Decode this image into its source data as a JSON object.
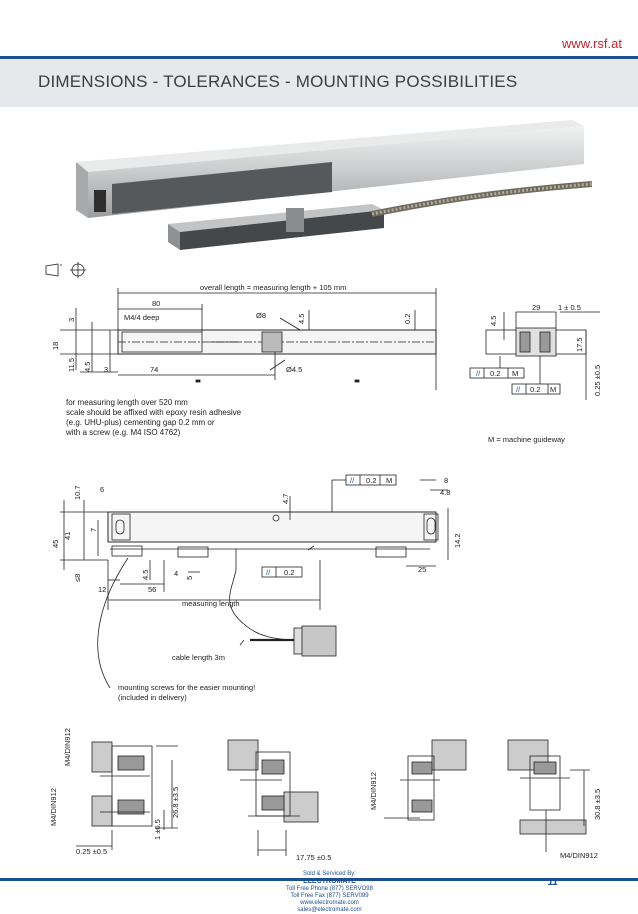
{
  "header": {
    "url": "www.rsf.at",
    "title": "DIMENSIONS - TOLERANCES - MOUNTING POSSIBILITIES"
  },
  "top_drawing": {
    "overall_length": "overall length = measuring length + 105 mm",
    "dim_80": "80",
    "thread": "M4/4 deep",
    "dia_8": "Ø8",
    "dim_4_5_a": "4.5",
    "dim_0_2": "0.2",
    "dim_18": "18",
    "dim_3": "3",
    "dim_11_5": "11.5",
    "dim_4_5_b": "4.5",
    "dim_3b": "3",
    "dim_74": "74",
    "dia_4_5": "Ø4.5"
  },
  "side_drawing": {
    "dim_4_5": "4.5",
    "dim_29": "29",
    "dim_1_05": "1 ± 0.5",
    "dim_17_5": "17.5",
    "tol1": "0.2",
    "tol1_ref": "M",
    "tol2": "0.2",
    "tol2_ref": "M",
    "dim_025": "0.25 ±0.5",
    "legend": "M = machine guideway"
  },
  "note_left": [
    "for measuring length over 520 mm",
    "scale should be affixed with epoxy resin adhesive",
    "(e.g. UHU-plus) cementing gap 0.2 mm or",
    "with a screw (e.g. M4 ISO 4762)"
  ],
  "mid_drawing": {
    "dim_10_7": "10.7",
    "dim_6": "6",
    "dim_4_7": "4.7",
    "tol": "0.2",
    "tol_ref": "M",
    "dim_8": "8",
    "dim_4_8": "4.8",
    "dim_45": "45",
    "dim_41": "41",
    "dim_7": "7",
    "dim_14_2": "14.2",
    "dim_le8": "≤8",
    "dim_4_5": "4.5",
    "dim_4": "4",
    "dim_5": "5",
    "tol2": "0.2",
    "dim_25": "25",
    "dim_12": "12",
    "dim_56": "56",
    "measuring_length": "measuring length",
    "cable_length": "cable length 3m",
    "mounting_screws_1": "mounting screws for the easier mounting!",
    "mounting_screws_2": "(included in delivery)"
  },
  "bottom_drawing": {
    "m4_a": "M4/DIN912",
    "m4_b": "M4/DIN912",
    "dim_26_8": "26.8 ±3.5",
    "dim_1_05": "1 ±0.5",
    "dim_025": "0.25 ±0.5",
    "dim_17_75": "17.75 ±0.5",
    "m4_c": "M4/DIN912",
    "dim_30_8": "30.8 ±3.5",
    "m4_d": "M4/DIN912"
  },
  "footer": {
    "brand": "ELECTROMATE",
    "brand_line1": "Sold & Serviced By:",
    "brand_line2": "Toll Free Phone (877) SERVO98",
    "brand_line3": "Toll Free Fax (877) SERV099",
    "brand_line4": "www.electromate.com",
    "brand_line5": "sales@electromate.com",
    "page": "11"
  },
  "colors": {
    "accent_blue": "#1d4e8f",
    "url_red": "#c0262d",
    "title_band": "#e6e8eb"
  }
}
